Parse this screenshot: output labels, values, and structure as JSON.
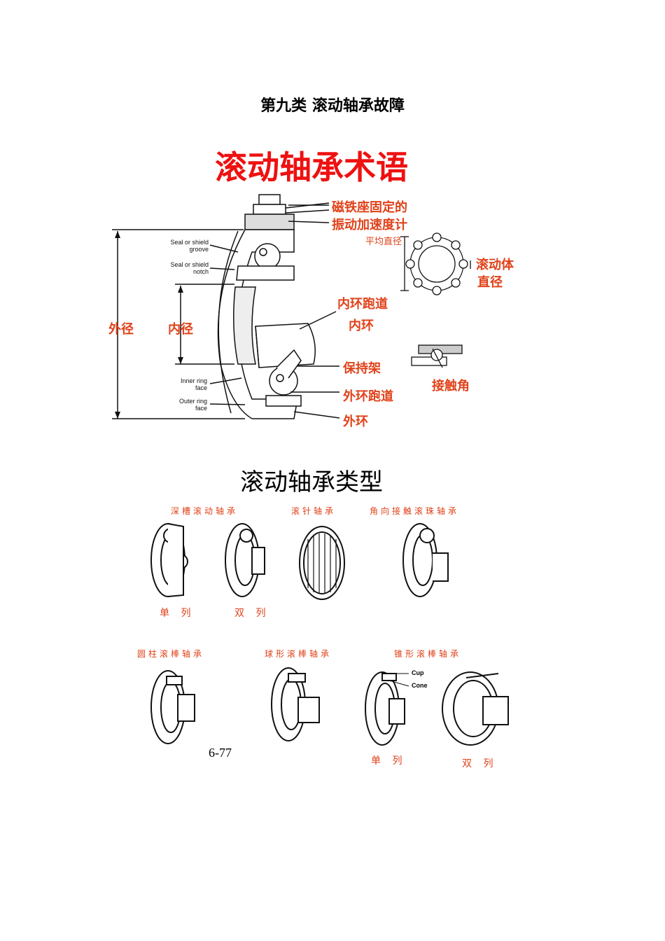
{
  "chapter_title": "第九类  滚动轴承故障",
  "terms_title": "滚动轴承术语",
  "terms_diagram": {
    "sensor_label_line1": "磁铁座固定的",
    "sensor_label_line2": "振动加速度计",
    "pitch_diameter": "平均直径",
    "rolling_element_line1": "滚动体",
    "rolling_element_line2": "直径",
    "inner_raceway": "内环跑道",
    "inner_ring": "内环",
    "cage": "保持架",
    "contact_angle": "接触角",
    "outer_raceway": "外环跑道",
    "outer_ring": "外环",
    "outer_diameter": "外径",
    "inner_diameter": "内径",
    "eng_seal_groove_1": "Seal or shield",
    "eng_seal_groove_2": "groove",
    "eng_seal_notch_1": "Seal or shield",
    "eng_seal_notch_2": "notch",
    "eng_inner_face_1": "Inner ring",
    "eng_inner_face_2": "face",
    "eng_outer_face_1": "Outer ring",
    "eng_outer_face_2": "face"
  },
  "types_title": "滚动轴承类型",
  "types": {
    "deep_groove": "深槽滚动轴承",
    "needle": "滚针轴承",
    "angular_contact": "角向接触滚珠轴承",
    "single_row": "单 列",
    "double_row": "双 列",
    "cylindrical": "圆柱滚棒轴承",
    "spherical": "球形滚棒轴承",
    "tapered": "锥形滚棒轴承",
    "cup": "Cup",
    "cone": "Cone",
    "tapered_single": "单 列",
    "tapered_double": "双 列"
  },
  "page_number": "6-77"
}
